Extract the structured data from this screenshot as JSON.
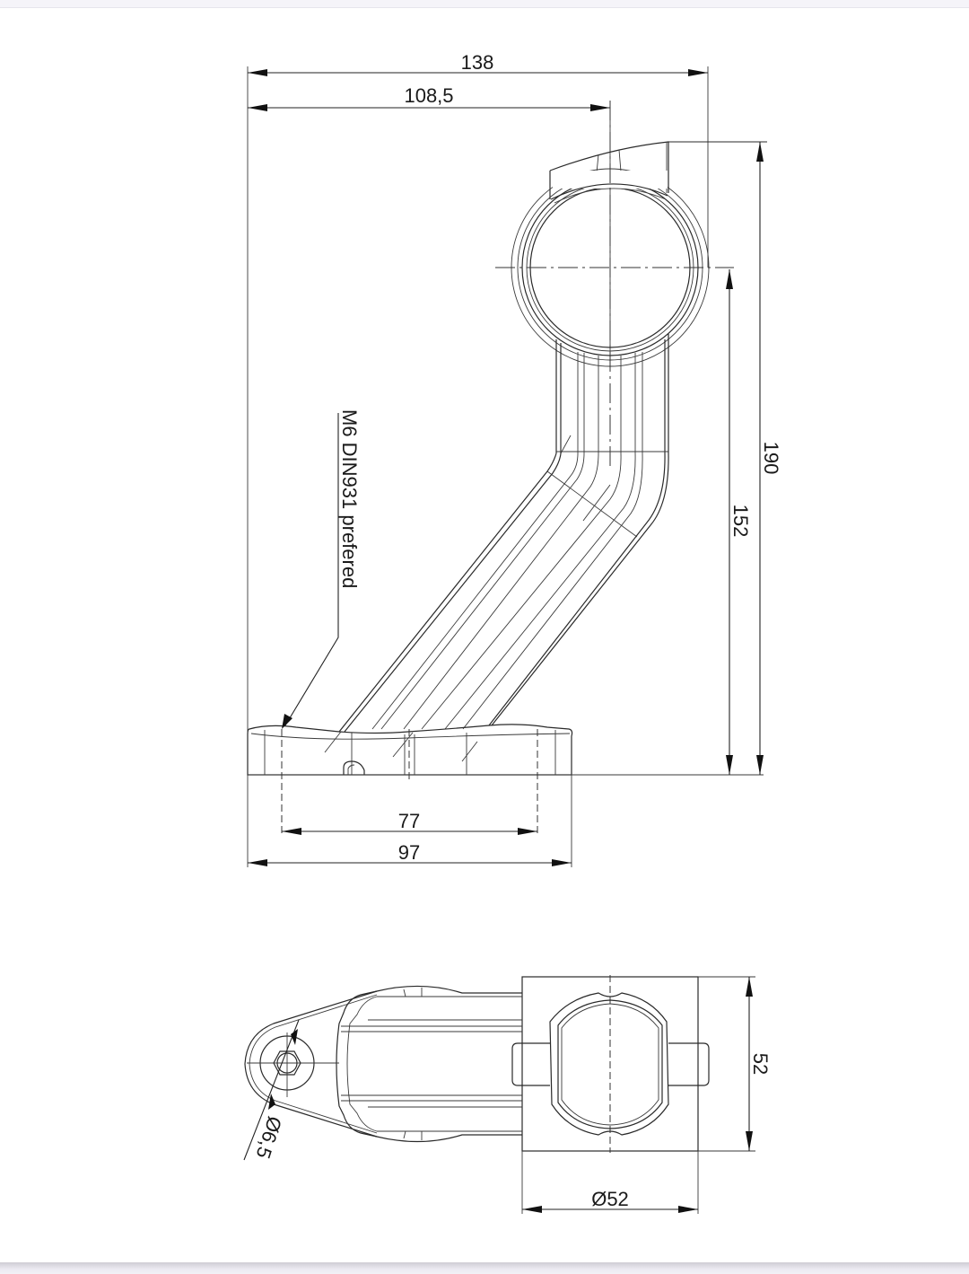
{
  "drawing": {
    "title": "Side marker lamp bracket — technical dimension drawing",
    "views": [
      "side-view",
      "top-view"
    ],
    "side_view": {
      "dimensions": {
        "overall_width": "138",
        "lamp_center_offset": "108,5",
        "overall_height": "190",
        "lamp_center_height": "152",
        "mounting_hole_spacing": "77",
        "base_length": "97"
      },
      "note": "M6 DIN931 prefered"
    },
    "top_view": {
      "dimensions": {
        "hole_diameter": "Ø6,5",
        "lamp_housing_width": "52",
        "lamp_diameter": "Ø52"
      }
    },
    "colors": {
      "line": "#2a2a2a",
      "background": "#ffffff",
      "frame_band": "#f5f4f9"
    }
  }
}
